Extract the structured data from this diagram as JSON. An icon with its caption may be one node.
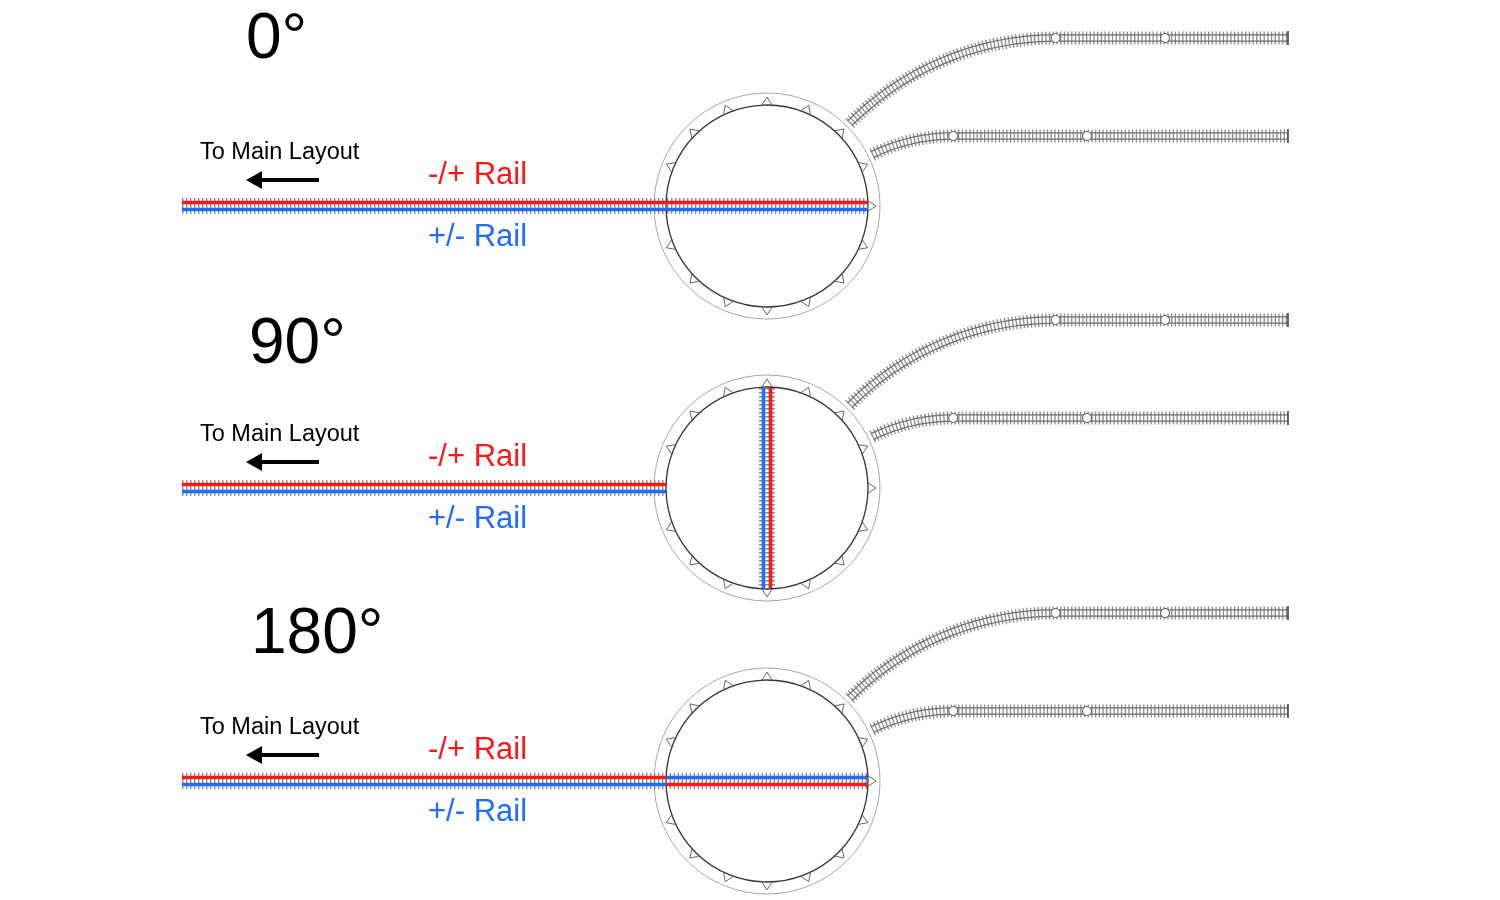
{
  "diagram": {
    "labels": [
      "0°",
      "To Main Layout",
      "-/+ Rail",
      "+/- Rail",
      "90°",
      "To Main Layout",
      "-/+ Rail",
      "+/- Rail",
      "180°",
      "To Main Layout",
      "-/+ Rail",
      "+/- Rail"
    ]
  }
}
